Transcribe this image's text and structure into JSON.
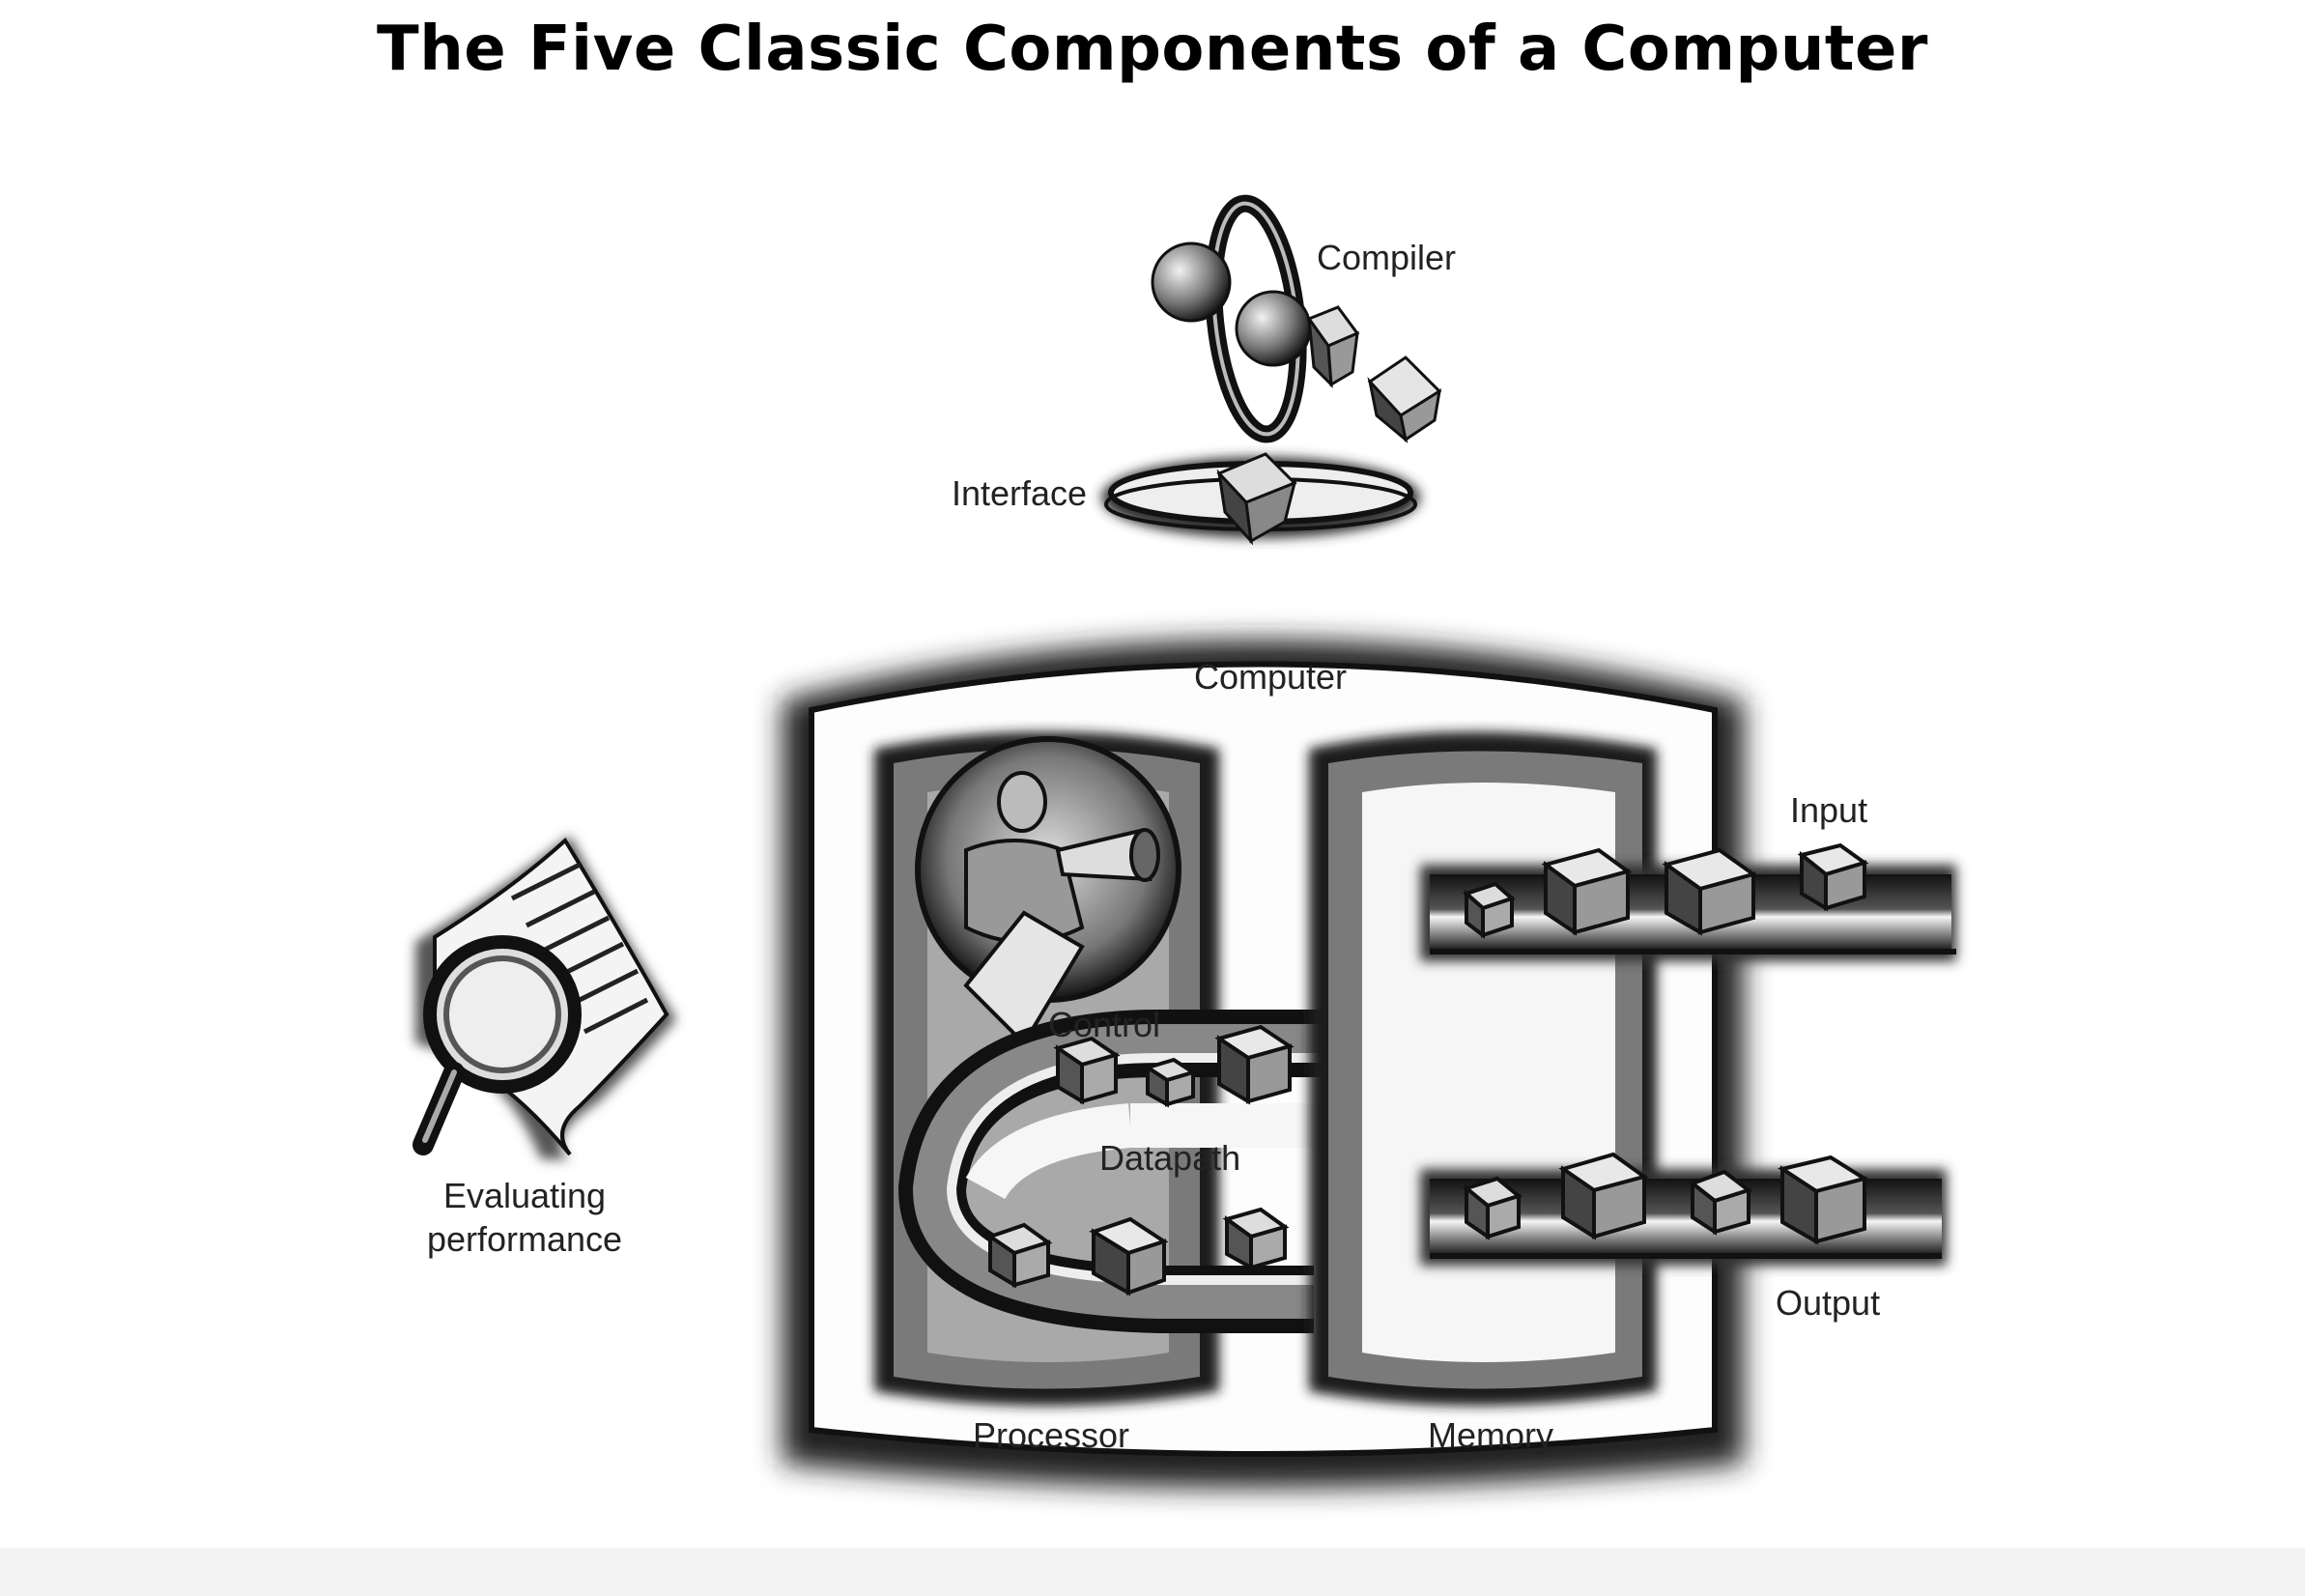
{
  "title": "The Five Classic Components of a Computer",
  "labels": {
    "compiler": "Compiler",
    "interface": "Interface",
    "computer": "Computer",
    "input": "Input",
    "control": "Control",
    "datapath": "Datapath",
    "output": "Output",
    "processor": "Processor",
    "memory": "Memory",
    "evaluating_line1": "Evaluating",
    "evaluating_line2": "performance"
  }
}
